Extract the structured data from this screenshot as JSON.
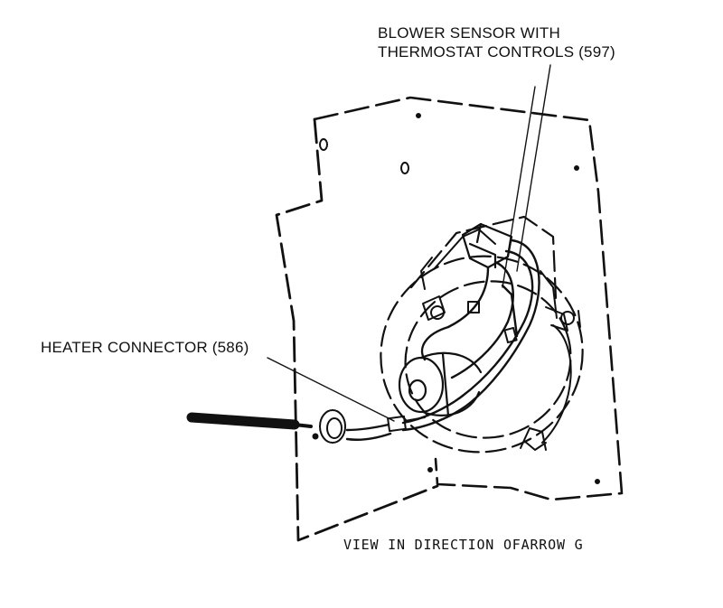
{
  "labels": {
    "blower_sensor_line1": "BLOWER SENSOR WITH",
    "blower_sensor_line2": "THERMOSTAT CONTROLS (597)",
    "heater_connector": "HEATER CONNECTOR (586)",
    "view_caption": "VIEW IN DIRECTION OFARROW G"
  }
}
